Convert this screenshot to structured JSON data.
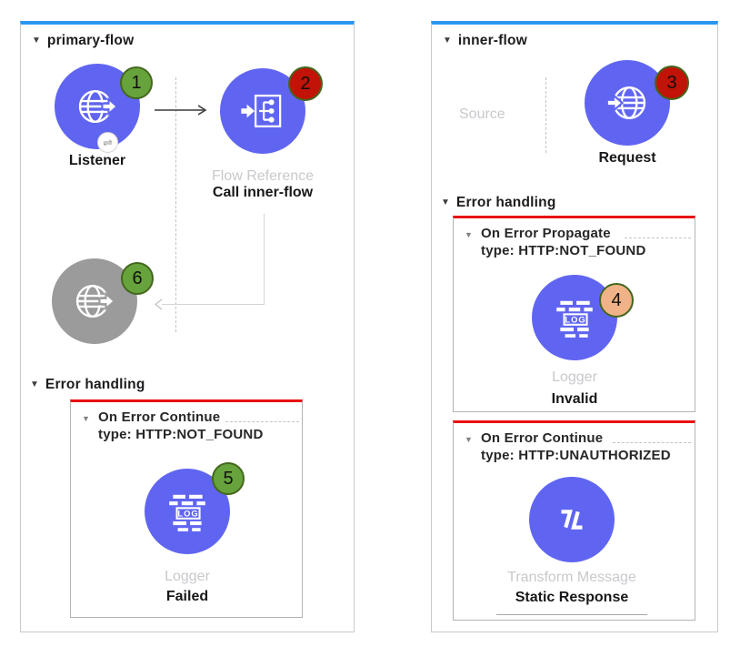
{
  "colors": {
    "node_blue": "#6065f1",
    "node_disabled_gray": "#9b9b9b",
    "badge_green": "#67a33c",
    "badge_red": "#c11307",
    "badge_peach": "#f0b287",
    "badge_border_olive": "#44671d",
    "flow_top_bar_blue": "#2a97f0",
    "error_bar_red": "#e8100c"
  },
  "icons": {
    "collapse": "▼",
    "exchange": "⇌"
  },
  "left_flow": {
    "title": "primary-flow",
    "listener": {
      "name": "Listener",
      "badge": "1"
    },
    "flow_ref": {
      "type_label": "Flow Reference",
      "name": "Call inner-flow",
      "badge": "2"
    },
    "result_node": {
      "badge": "6"
    },
    "error_section_title": "Error handling",
    "scope": {
      "title": "On Error Continue",
      "error_type": "type: HTTP:NOT_FOUND",
      "logger_icon_text": "LOG",
      "node_type_label": "Logger",
      "node_name": "Failed",
      "badge": "5"
    }
  },
  "right_flow": {
    "title": "inner-flow",
    "source_label": "Source",
    "request": {
      "name": "Request",
      "badge": "3"
    },
    "error_section_title": "Error handling",
    "scope1": {
      "title": "On Error Propagate",
      "error_type": "type: HTTP:NOT_FOUND",
      "logger_icon_text": "LOG",
      "node_type_label": "Logger",
      "node_name": "Invalid",
      "badge": "4"
    },
    "scope2": {
      "title": "On Error Continue",
      "error_type": "type: HTTP:UNAUTHORIZED",
      "node_type_label": "Transform Message",
      "node_name": "Static Response"
    }
  }
}
